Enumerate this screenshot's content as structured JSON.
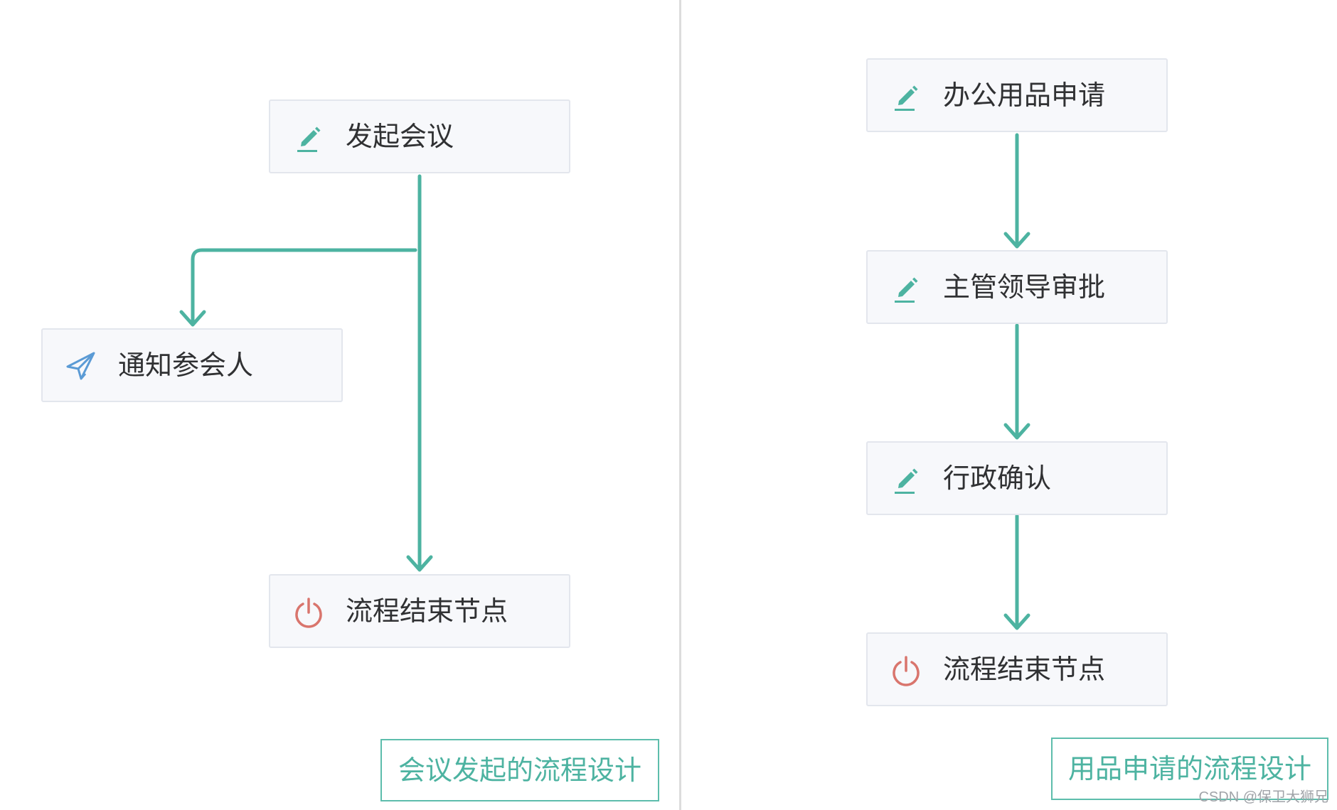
{
  "left_flow": {
    "nodes": [
      {
        "label": "发起会议",
        "icon": "pencil-icon"
      },
      {
        "label": "通知参会人",
        "icon": "paper-plane-icon"
      },
      {
        "label": "流程结束节点",
        "icon": "power-icon"
      }
    ],
    "caption": "会议发起的流程设计"
  },
  "right_flow": {
    "nodes": [
      {
        "label": "办公用品申请",
        "icon": "pencil-icon"
      },
      {
        "label": "主管领导审批",
        "icon": "pencil-icon"
      },
      {
        "label": "行政确认",
        "icon": "pencil-icon"
      },
      {
        "label": "流程结束节点",
        "icon": "power-icon"
      }
    ],
    "caption": "用品申请的流程设计"
  },
  "watermark": "CSDN @保卫大狮兄",
  "colors": {
    "connector": "#4db3a1",
    "pencil_icon": "#4db3a1",
    "send_icon": "#5b9bd5",
    "power_icon": "#d9756d",
    "node_background": "#f7f8fb",
    "node_border": "#e3e6ed"
  }
}
